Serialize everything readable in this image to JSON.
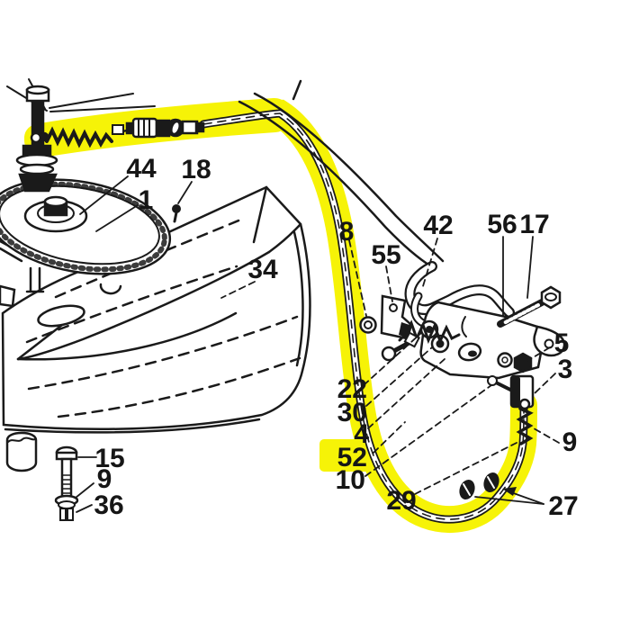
{
  "diagram": {
    "type": "exploded-parts-diagram",
    "background_color": "#ffffff",
    "line_color": "#1a1a1a",
    "highlight_color": "#f6f307",
    "highlighted_part_number": "52",
    "labels": [
      {
        "id": "44",
        "text": "44"
      },
      {
        "id": "18",
        "text": "18"
      },
      {
        "id": "1",
        "text": "1"
      },
      {
        "id": "34",
        "text": "34"
      },
      {
        "id": "8",
        "text": "8"
      },
      {
        "id": "55",
        "text": "55"
      },
      {
        "id": "42",
        "text": "42"
      },
      {
        "id": "56",
        "text": "56"
      },
      {
        "id": "17",
        "text": "17"
      },
      {
        "id": "5",
        "text": "5"
      },
      {
        "id": "3",
        "text": "3"
      },
      {
        "id": "9-right",
        "text": "9"
      },
      {
        "id": "22",
        "text": "22"
      },
      {
        "id": "30",
        "text": "30"
      },
      {
        "id": "4",
        "text": "4"
      },
      {
        "id": "52",
        "text": "52"
      },
      {
        "id": "10",
        "text": "10"
      },
      {
        "id": "29",
        "text": "29"
      },
      {
        "id": "27",
        "text": "27"
      },
      {
        "id": "15",
        "text": "15"
      },
      {
        "id": "9-left",
        "text": "9"
      },
      {
        "id": "36",
        "text": "36"
      }
    ]
  }
}
